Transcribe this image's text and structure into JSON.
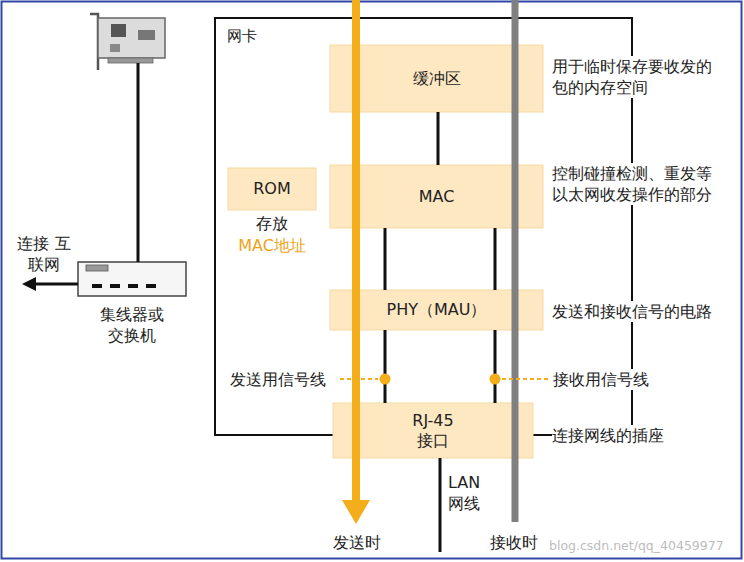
{
  "diagram": {
    "nodes": [
      {
        "text": [
          "网卡"
        ]
      },
      {
        "text": [
          "缓冲区"
        ],
        "in": 0
      },
      {
        "text": [
          "MAC"
        ],
        "in": 0
      },
      {
        "text": [
          "ROM"
        ],
        "in": 0
      },
      {
        "text": [
          "PHY（MAU）"
        ],
        "in": 0
      },
      {
        "text": [
          "RJ-45 接口"
        ],
        "in": 0
      },
      {
        "text": [
          "集线器或 交换机"
        ]
      }
    ],
    "edges": [
      {
        "from": 1,
        "to": 2,
        "arrow": "none"
      },
      {
        "from": 2,
        "to": 4,
        "arrow": "none"
      },
      {
        "from": 2,
        "to": 4,
        "arrow": "none"
      },
      {
        "from": 4,
        "to": 5,
        "arrow": "none"
      },
      {
        "from": 4,
        "to": 5,
        "arrow": "none"
      }
    ],
    "labels": [
      "用于临时保存要收发的 包的内存空间",
      "控制碰撞检测、重发等 以太网收发操作的部分",
      "发送和接收信号的电路",
      "连接网线的插座",
      "存放",
      "MAC地址",
      "发送用信号线",
      "接收用信号线",
      "LAN 网线",
      "发送时",
      "接收时",
      "连接 互联网",
      "blog.csdn.net/qq_40459977"
    ]
  }
}
